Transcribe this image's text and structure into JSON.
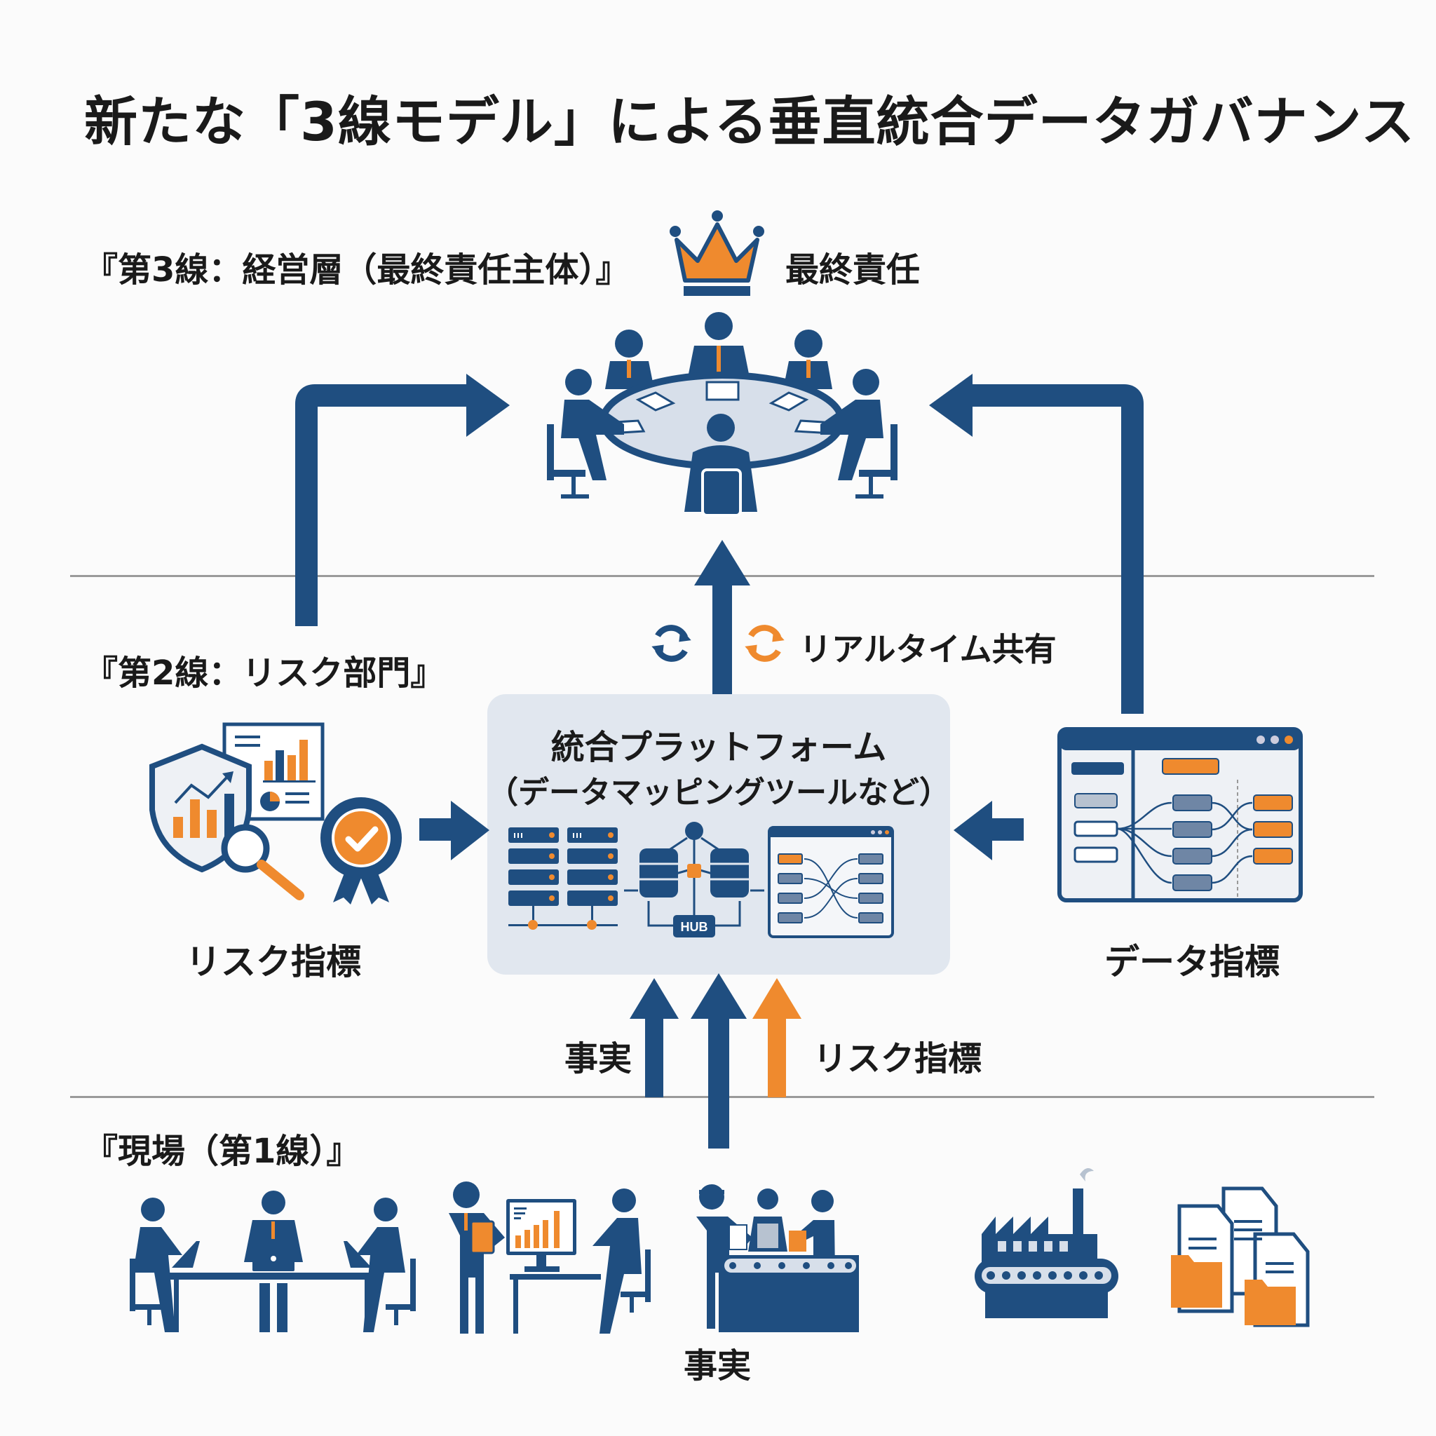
{
  "title": "新たな「3線モデル」による垂直統合データガバナンス",
  "tiers": {
    "third": {
      "label": "『第3線：経営層（最終責任主体）』",
      "badge": "最終責任",
      "icon": "crown-icon"
    },
    "second": {
      "label": "『第2線：リスク部門』"
    },
    "first": {
      "label": "『現場（第1線）』"
    }
  },
  "realtime": {
    "label": "リアルタイム共有",
    "icons": [
      "sync-icon",
      "sync-icon"
    ]
  },
  "platform": {
    "title": "統合プラットフォーム",
    "subtitle": "（データマッピングツールなど）",
    "hub_label": "HUB",
    "icons": [
      "server-rack-icon",
      "database-hub-icon",
      "data-mapping-window-icon"
    ]
  },
  "left_group": {
    "label": "リスク指標",
    "icons": [
      "shield-chart-icon",
      "report-icon",
      "magnifier-icon",
      "award-check-icon"
    ]
  },
  "right_group": {
    "label": "データ指標",
    "icons": [
      "data-flow-window-icon"
    ]
  },
  "flows": {
    "facts_label": "事実",
    "risk_label": "リスク指標",
    "bottom_label": "事実"
  },
  "field_icons": [
    "meeting-table-icon",
    "office-worker-icon",
    "factory-workers-icon",
    "factory-icon",
    "documents-icon"
  ],
  "colors": {
    "navy": "#1f4e80",
    "orange": "#ef8a2e",
    "panel": "#e1e7ef",
    "separator": "#9a9a9a"
  }
}
